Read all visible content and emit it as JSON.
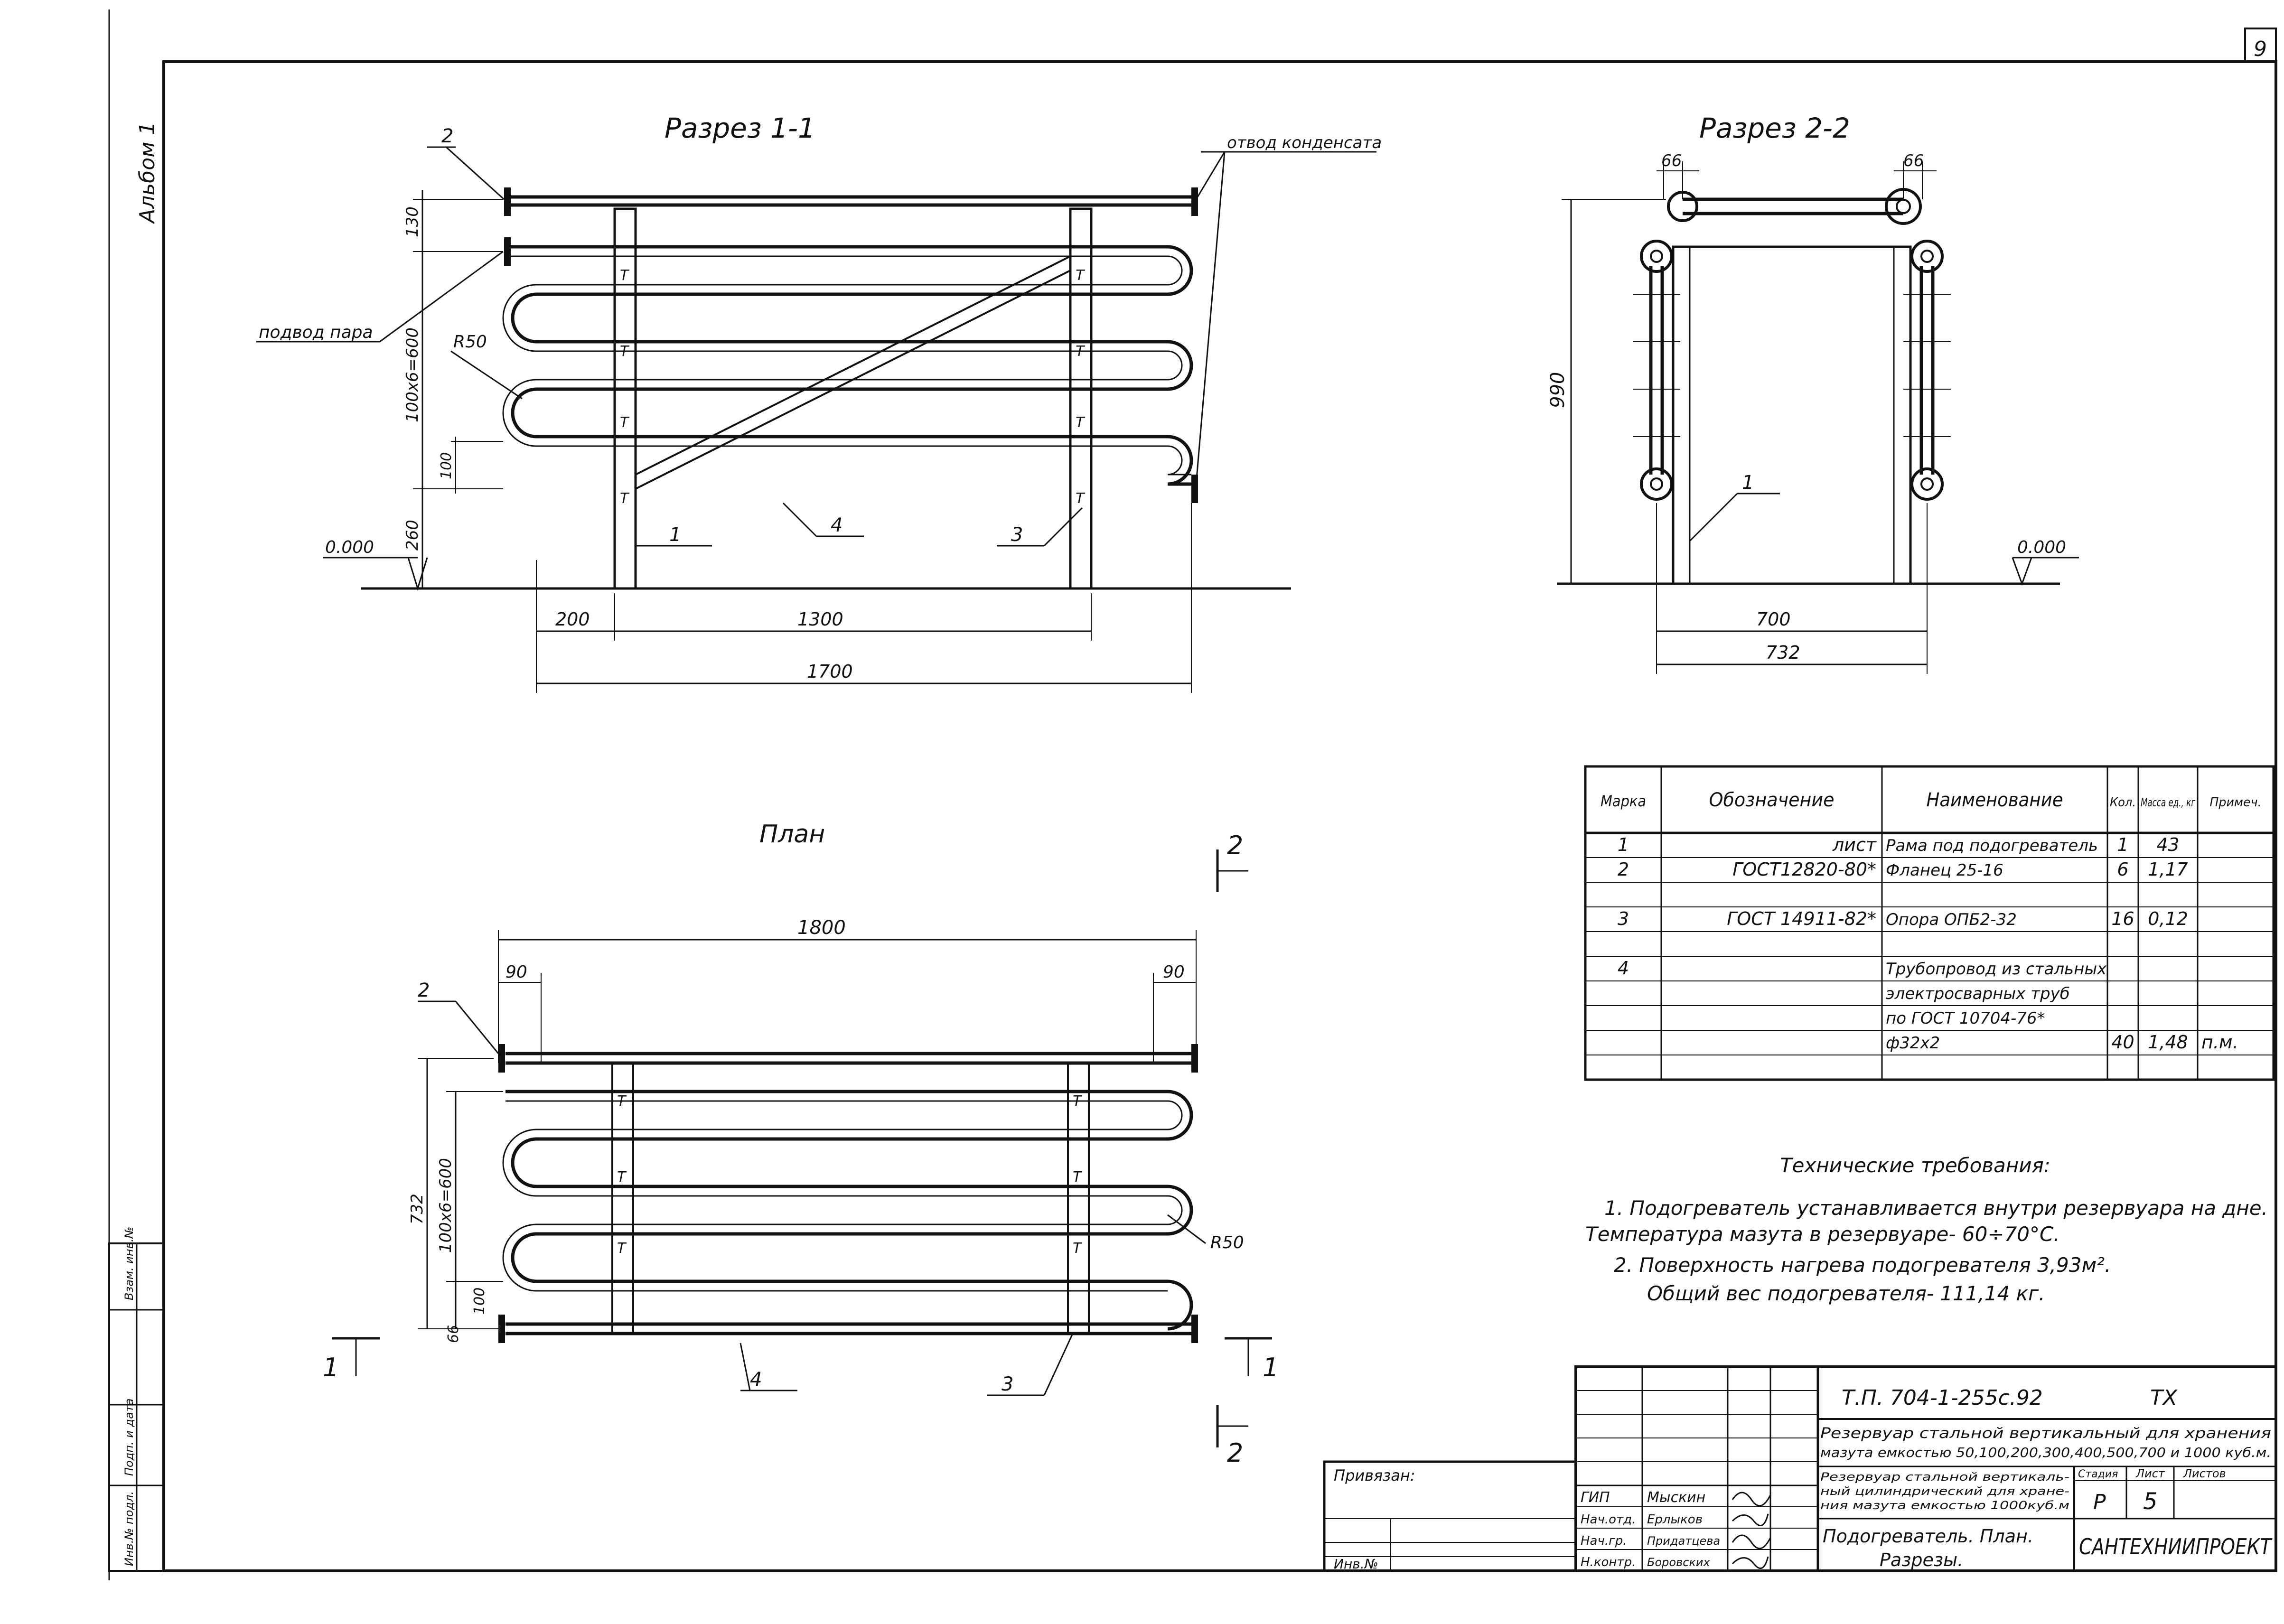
{
  "page_number": "9",
  "album_label": "Альбом 1",
  "section_1": {
    "title": "Разрез 1-1",
    "callout_2": "2",
    "condensate_label": "отвод конденсата",
    "steam_label": "подвод пара",
    "radius": "R50",
    "dim_130": "130",
    "dim_pitch": "100х6=600",
    "dim_100": "100",
    "dim_260": "260",
    "level": "0.000",
    "callout_1": "1",
    "callout_4": "4",
    "callout_3": "3",
    "dim_200": "200",
    "dim_1300": "1300",
    "dim_1700": "1700"
  },
  "section_2": {
    "title": "Разрез 2-2",
    "dim_66_left": "66",
    "dim_66_right": "66",
    "dim_990": "990",
    "callout_1": "1",
    "level": "0.000",
    "dim_700": "700",
    "dim_732": "732"
  },
  "plan": {
    "title": "План",
    "cut_2": "2",
    "cut_1": "1",
    "dim_1800": "1800",
    "dim_90_left": "90",
    "dim_90_right": "90",
    "callout_2": "2",
    "dim_732": "732",
    "dim_pitch": "100х6=600",
    "dim_100": "100",
    "dim_66": "66",
    "radius": "R50",
    "callout_4": "4",
    "callout_3": "3"
  },
  "spec_table": {
    "headers": [
      "Марка",
      "Обозначение",
      "Наименование",
      "Кол.",
      "Масса ед., кг",
      "Примеч."
    ],
    "rows": [
      [
        "1",
        "лист",
        "Рама под подогреватель",
        "1",
        "43",
        ""
      ],
      [
        "2",
        "ГОСТ12820-80*",
        "Фланец 25-16",
        "6",
        "1,17",
        ""
      ],
      [
        "",
        "",
        "",
        "",
        "",
        ""
      ],
      [
        "3",
        "ГОСТ 14911-82*",
        "Опора ОПБ2-32",
        "16",
        "0,12",
        ""
      ],
      [
        "",
        "",
        "",
        "",
        "",
        ""
      ],
      [
        "4",
        "",
        "Трубопровод из стальных",
        "",
        "",
        ""
      ],
      [
        "",
        "",
        "электросварных труб",
        "",
        "",
        ""
      ],
      [
        "",
        "",
        "по ГОСТ 10704-76*",
        "",
        "",
        ""
      ],
      [
        "",
        "",
        "ф32х2",
        "40",
        "1,48",
        "п.м."
      ],
      [
        "",
        "",
        "",
        "",
        "",
        ""
      ]
    ]
  },
  "requirements": {
    "title": "Технические требования:",
    "line1": "1. Подогреватель устанавливается внутри резервуара на дне.",
    "line2": "Температура мазута в резервуаре- 60÷70°С.",
    "line3": "2. Поверхность нагрева подогревателя 3,93м².",
    "line4": "Общий вес подогревателя- 111,14 кг."
  },
  "title_block": {
    "code": "Т.П. 704-1-255с.92",
    "tx": "ТХ",
    "project_line1": "Резервуар стальной вертикальный для хранения",
    "project_line2": "мазута емкостью 50,100,200,300,400,500,700 и 1000 куб.м.",
    "object_line1": "Резервуар стальной вертикаль-",
    "object_line2": "ный цилиндрический для хране-",
    "object_line3": "ния мазута емкостью 1000куб.м",
    "stage_head": "Стадия",
    "sheet_head": "Лист",
    "sheets_head": "Листов",
    "stage": "Р",
    "sheet": "5",
    "drawing_line1": "Подогреватель. План.",
    "drawing_line2": "Разрезы.",
    "organization": "САНТЕХНИИПРОЕКТ",
    "roles": [
      "ГИП",
      "Нач.отд.",
      "Нач.гр.",
      "Н.контр."
    ],
    "names": [
      "Мыскин",
      "Ерлыков",
      "Придатцева",
      "Боровских"
    ],
    "binding": "Привязан:",
    "inv": "Инв.№"
  },
  "margin_stamps": [
    "Инв.№ подл.",
    "Подп. и дата",
    "Взам. инв.№"
  ]
}
